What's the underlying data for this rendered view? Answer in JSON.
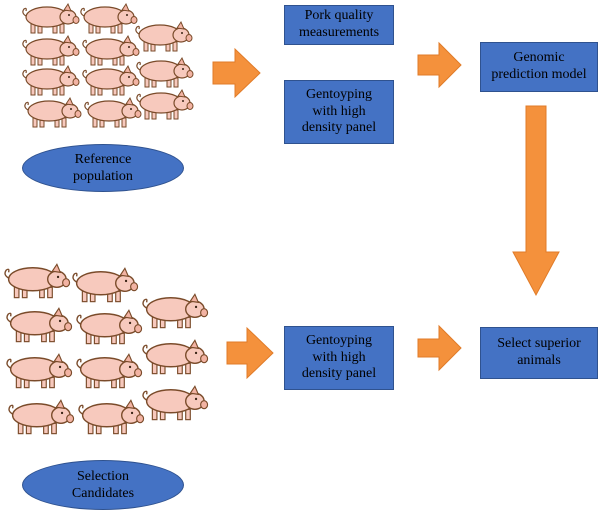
{
  "boxes": {
    "pork_quality": "Pork quality\nmeasurements",
    "genotyping_top": "Gentoyping\nwith high\ndensity panel",
    "genomic_model": "Genomic\nprediction model",
    "genotyping_bottom": "Gentoyping\nwith high\ndensity panel",
    "select_superior": "Select superior\nanimals"
  },
  "ellipses": {
    "reference": "Reference\npopulation",
    "candidates": "Selection\nCandidates"
  },
  "colors": {
    "box_fill": "#4472c4",
    "arrow_fill": "#f4913c",
    "pig_fill": "#f7c9bd",
    "pig_outline": "#7a4b2a"
  }
}
